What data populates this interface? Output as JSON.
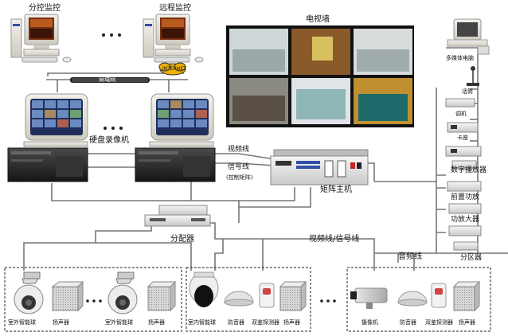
{
  "labels": {
    "branch_monitor": "分控监控",
    "remote_monitor": "远程监控",
    "tv_wall": "电视墙",
    "multimedia_pc": "多媒体电脑",
    "mic": "话筒",
    "tuner": "调机",
    "card_deck": "卡座",
    "digital_player": "数字播放器",
    "preamp": "前置功放",
    "amplifier": "功放大器",
    "zone": "分区器",
    "dvr": "硬盘录像机",
    "video_line": "视频线",
    "signal_line": "信号线",
    "matrix_control": "(控制矩阵)",
    "matrix_host": "矩阵主机",
    "distributor": "分配器",
    "video_signal_line": "视频线/信号线",
    "audio_line": "音频线",
    "lan": "局域网",
    "internet": "INTERNET",
    "ellipsis": "• • •",
    "outdoor_dome_1": "室外智能球",
    "speaker_1": "扬声器",
    "outdoor_dome_2": "室外智能球",
    "speaker_2": "扬声器",
    "indoor_dome": "室内智能球",
    "siren_1": "防音器",
    "dual_detector_1": "双鉴探测器",
    "speaker_3": "扬声器",
    "camera": "摄像机",
    "siren_2": "防音器",
    "dual_detector_2": "双鉴探测器",
    "speaker_4": "扬声器"
  },
  "colors": {
    "line": "#777777",
    "device_dark": "#2a2a2a",
    "device_light": "#e6e6e6",
    "screen_blue": "#2f4fa8"
  }
}
